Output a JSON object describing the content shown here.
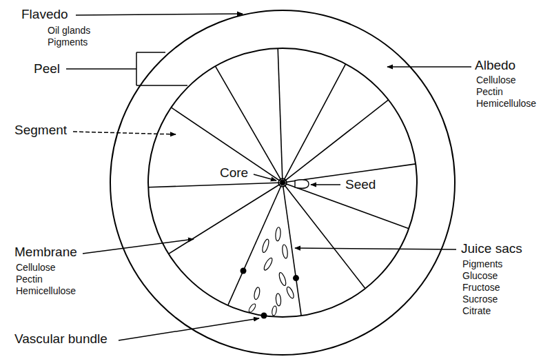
{
  "diagram": {
    "labels": [
      "Flavedo",
      "Oil glands",
      "Pigments",
      "Peel",
      "Albedo",
      "Cellulose",
      "Pectin",
      "Hemicellulose",
      "Segment",
      "Core",
      "Seed",
      "Membrane",
      "Cellulose",
      "Pectin",
      "Hemicellulose",
      "Juice sacs",
      "Pigments",
      "Glucose",
      "Fructose",
      "Sucrose",
      "Citrate",
      "Vascular bundle"
    ]
  }
}
